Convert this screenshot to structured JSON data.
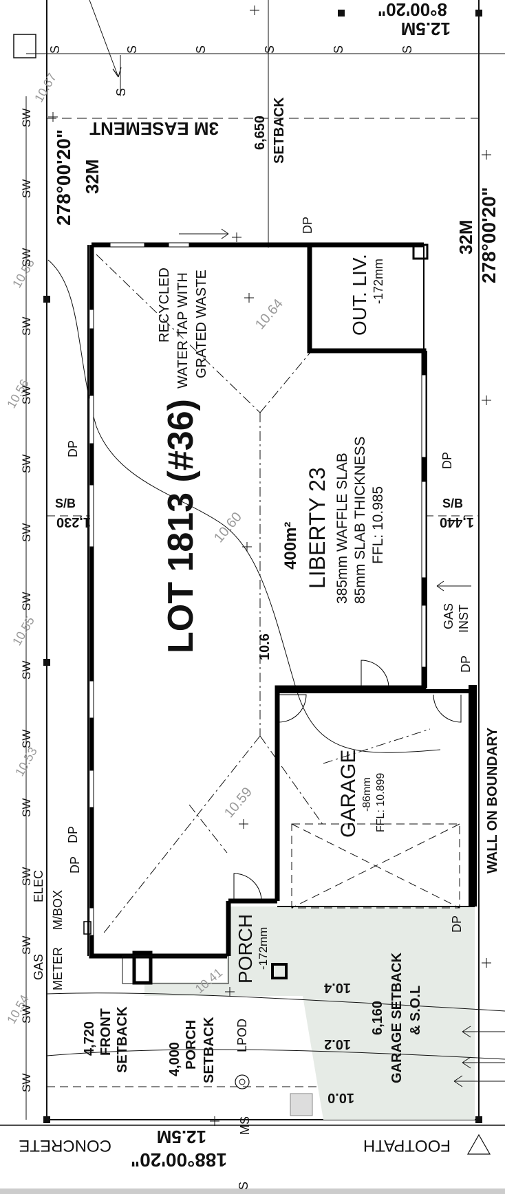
{
  "lot": {
    "title": "LOT 1813 (#36)",
    "area": "400m²",
    "house_name": "LIBERTY 23",
    "slab_1": "385mm WAFFLE SLAB",
    "slab_2": "85mm SLAB THICKNESS",
    "ffl": "FFL: 10.985"
  },
  "rooms": {
    "outdoor": "OUT. LIV.",
    "outdoor_level": "-172mm",
    "garage": "GARAGE",
    "garage_level": "-86mm",
    "garage_ffl": "FFL: 10.899",
    "porch": "PORCH",
    "porch_level": "-172mm"
  },
  "boundaries": {
    "left_bearing": "278°00'20\"",
    "left_length": "32M",
    "right_bearing": "278°00'20\"",
    "right_length": "32M",
    "top_length": "12.5M",
    "top_bearing": "8°00'20\"",
    "bottom_length": "12.5M",
    "bottom_bearing": "188°00'20\""
  },
  "annotations": {
    "easement": "3M EASEMENT",
    "rear_setback_value": "6,650",
    "rear_setback_label": "SETBACK",
    "recycled_1": "RECYCLED",
    "recycled_2": "WATER TAP WITH",
    "recycled_3": "GRATED WASTE",
    "dp": "DP",
    "sb": "S/B",
    "left_sb_value": "1,230",
    "right_sb_value": "1,440",
    "gas_inst_1": "GAS",
    "gas_inst_2": "INST",
    "wall_on_boundary": "WALL ON BOUNDARY",
    "elec": "ELEC",
    "mbox": "M/BOX",
    "gas_meter_1": "GAS",
    "gas_meter_2": "METER",
    "front_setback_value": "4,720",
    "front_setback_label_1": "FRONT",
    "front_setback_label_2": "SETBACK",
    "porch_setback_value": "4,000",
    "porch_setback_label_1": "PORCH",
    "porch_setback_label_2": "SETBACK",
    "lpod": "LPOD",
    "garage_setback_value": "6,160",
    "garage_setback_label_1": "GARAGE SETBACK",
    "garage_setback_label_2": "& S.O.L",
    "concrete": "CONCRETE",
    "footpath": "FOOTPATH",
    "sewer": "S",
    "stormwater": "SW",
    "ms": "MS"
  },
  "contours": {
    "c1": "10.64",
    "c2": "10.60",
    "c3": "10.59",
    "c4": "10.6",
    "c5": "10.41",
    "c6": "10.4",
    "c7": "10.2",
    "c8": "10.0"
  },
  "levels_left": [
    "10.67",
    "10.58",
    "10.56",
    "10.55",
    "10.53",
    "10.54"
  ],
  "colors": {
    "line": "#111111",
    "contour_label": "#9a9a9a",
    "driveway_fill": "#e6ebe6",
    "wall": "#000000"
  }
}
